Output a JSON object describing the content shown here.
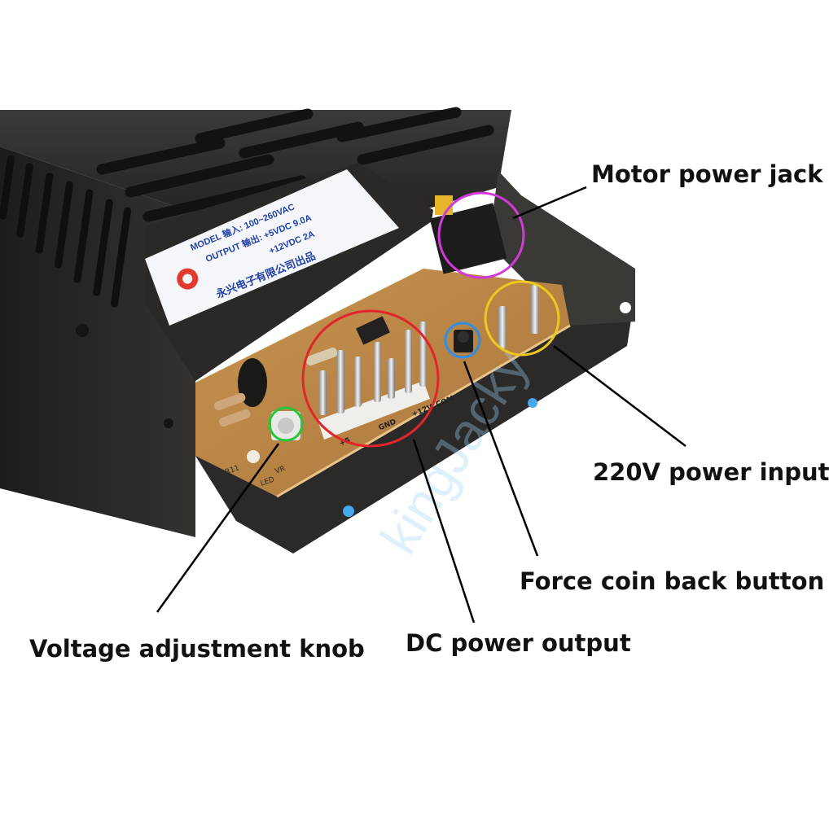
{
  "callouts": {
    "motor_power_jack": "Motor power jack",
    "power_input_220v": "220V power input",
    "force_coin_back_button": "Force coin back button",
    "dc_power_output": "DC power output",
    "voltage_adjustment_knob": "Voltage adjustment knob"
  },
  "nameplate": {
    "model_line": "MODEL 输入: 100~260VAC",
    "output_line_5v": "OUTPUT 输出: +5VDC 9.0A",
    "output_line_12v": "+12VDC 2A",
    "maker_line": "永兴电子有限公司出品"
  },
  "terminal_labels": {
    "plus5": "+5",
    "gnd": "GND",
    "plus12": "+12V",
    "com": "COM"
  },
  "board_labels": {
    "vr": "VR",
    "led": "LED",
    "r11": "R11"
  },
  "watermark": "kingJacky",
  "colors": {
    "housing": "#2e2d2b",
    "pcb": "#c08a45",
    "red_ring": "#e0262a",
    "magenta_ring": "#d13ad8",
    "yellow_ring": "#ecc91f",
    "blue_ring": "#2f8fe0",
    "green_ring": "#24c83a"
  }
}
